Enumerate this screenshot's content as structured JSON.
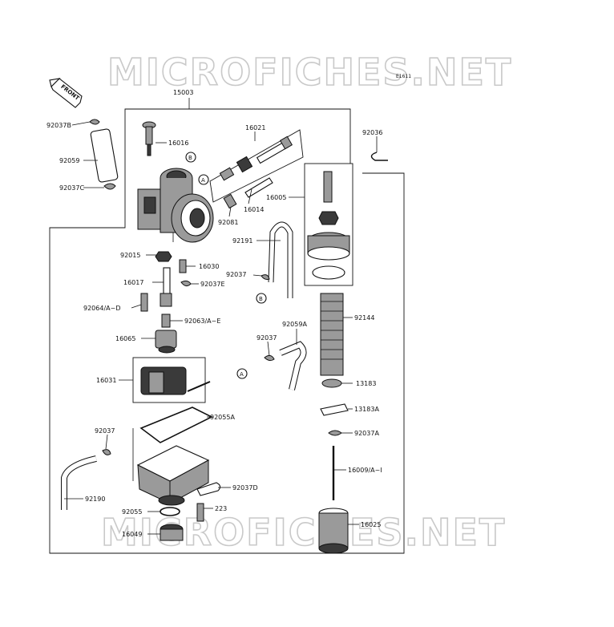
{
  "watermark": "MICROFICHES.NET",
  "diagram_code": "E1611",
  "front_label": "FRONT",
  "parts": {
    "p15003": "15003",
    "p92037B": "92037B",
    "p16016": "16016",
    "p16021": "16021",
    "p92036": "92036",
    "p92059": "92059",
    "p92037C": "92037C",
    "p16005": "16005",
    "p16014": "16014",
    "p92081": "92081",
    "p92191": "92191",
    "p92015": "92015",
    "p16030": "16030",
    "p16017": "16017",
    "p92037E": "92037E",
    "p92037_1": "92037",
    "p92064": "92064/A~D",
    "p92063": "92063/A~E",
    "p92144": "92144",
    "p92059A": "92059A",
    "p92037_2": "92037",
    "p16065": "16065",
    "p16031": "16031",
    "p13183": "13183",
    "p13183A": "13183A",
    "p92055A": "92055A",
    "p92037A": "92037A",
    "p92037_3": "92037",
    "p16009": "16009/A~I",
    "p92037D": "92037D",
    "p92190": "92190",
    "p223": "223",
    "p92055": "92055",
    "p16049": "16049",
    "p16025": "16025"
  },
  "markers": {
    "a": "A",
    "b": "B"
  }
}
